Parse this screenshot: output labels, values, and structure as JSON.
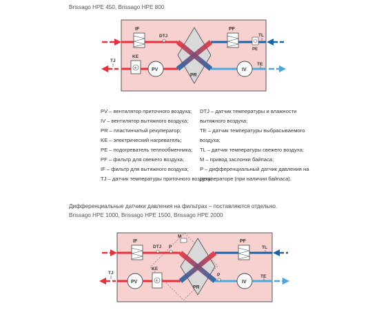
{
  "header1": "Brissago HPE 450, Brissago HPE 800",
  "legend_left": [
    "PV – вентилятор приточного воздуха;",
    "IV – вентилятор вытяжного воздуха;",
    "PR – пластинчатый рекуператор;",
    "KE – электрический нагреватель;",
    "PE – подогреватель теплообменника;",
    "PF – фильтр для свежего воздуха;",
    "IF – фильтр для вытяжного воздуха;",
    "TJ – датчик температуры приточного воздуха;"
  ],
  "legend_right": [
    "DTJ – датчик температуры и влажности",
    "вытяжного воздуха;",
    "TE – датчик температуры выбрасываемого",
    "воздуха;",
    "TL – датчик температуры свежего воздуха;",
    "M – привод заслонки байпаса;",
    "P – дифференциальный датчик давления на",
    "рекуператоре (при наличии байпаса)."
  ],
  "note": "Дифференциальные датчики давления на фильтрах – поставляются отдельно.",
  "header2": "Brissago HPE 1000, Brissago HPE 1500, Brissago HPE 2000",
  "diagram1": {
    "IF": "IF",
    "DTJ": "DTJ",
    "PF": "PF",
    "TL": "TL",
    "PE": "PE",
    "KE": "KE",
    "TJ": "TJ",
    "PV": "PV",
    "PR": "PR",
    "IV": "IV",
    "TE": "TE"
  },
  "diagram2": {
    "IF": "IF",
    "DTJ": "DTJ",
    "M": "M",
    "P1": "P",
    "PF": "PF",
    "TL": "TL",
    "TJ": "TJ",
    "KE": "KE",
    "PV": "PV",
    "PR": "PR",
    "P2": "P",
    "IV": "IV",
    "TE": "TE"
  },
  "colors": {
    "housing": "#f7d0d0",
    "housing_border": "#555555",
    "warm": "#e8303a",
    "cold": "#1a62a8",
    "light_blue": "#4aa7e0",
    "grey": "#b8b8b8"
  }
}
